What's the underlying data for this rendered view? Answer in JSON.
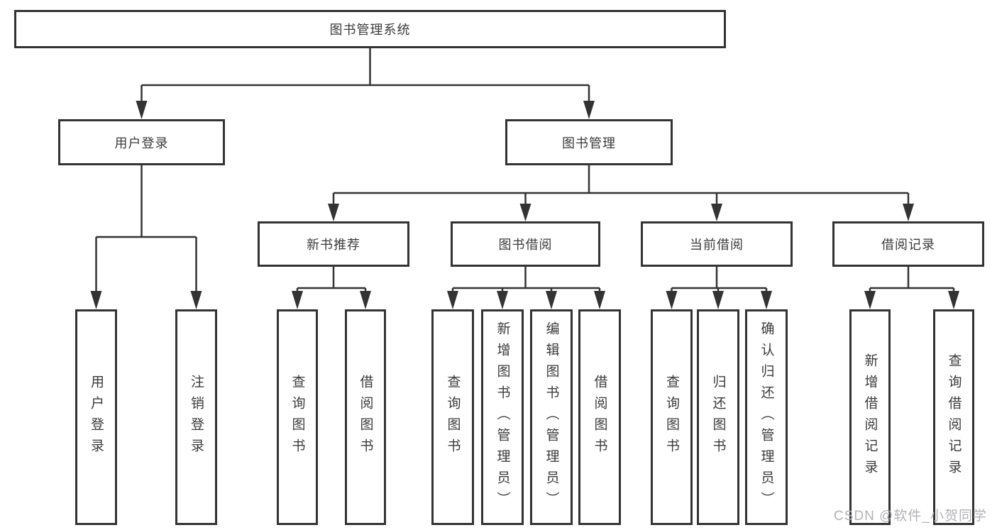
{
  "tree": {
    "label": "图书管理系统",
    "children": [
      {
        "label": "用户登录",
        "children": [
          {
            "label": "用户登录"
          },
          {
            "label": "注销登录"
          }
        ]
      },
      {
        "label": "图书管理",
        "children": [
          {
            "label": "新书推荐",
            "children": [
              {
                "label": "查询图书"
              },
              {
                "label": "借阅图书"
              }
            ]
          },
          {
            "label": "图书借阅",
            "children": [
              {
                "label": "查询图书"
              },
              {
                "label": "新增图书（管理员）"
              },
              {
                "label": "编辑图书（管理员）"
              },
              {
                "label": "借阅图书"
              }
            ]
          },
          {
            "label": "当前借阅",
            "children": [
              {
                "label": "查询图书"
              },
              {
                "label": "归还图书"
              },
              {
                "label": "确认归还（管理员）"
              }
            ]
          },
          {
            "label": "借阅记录",
            "children": [
              {
                "label": "新增借阅记录"
              },
              {
                "label": "查询借阅记录"
              }
            ]
          }
        ]
      }
    ]
  },
  "watermark": {
    "text": "CSDN @软件_小贺同学"
  },
  "colors": {
    "line": "#333333",
    "box_border": "#333333",
    "text": "#3b3b3b",
    "watermark": "#b2b2b6",
    "background": "#ffffff"
  }
}
